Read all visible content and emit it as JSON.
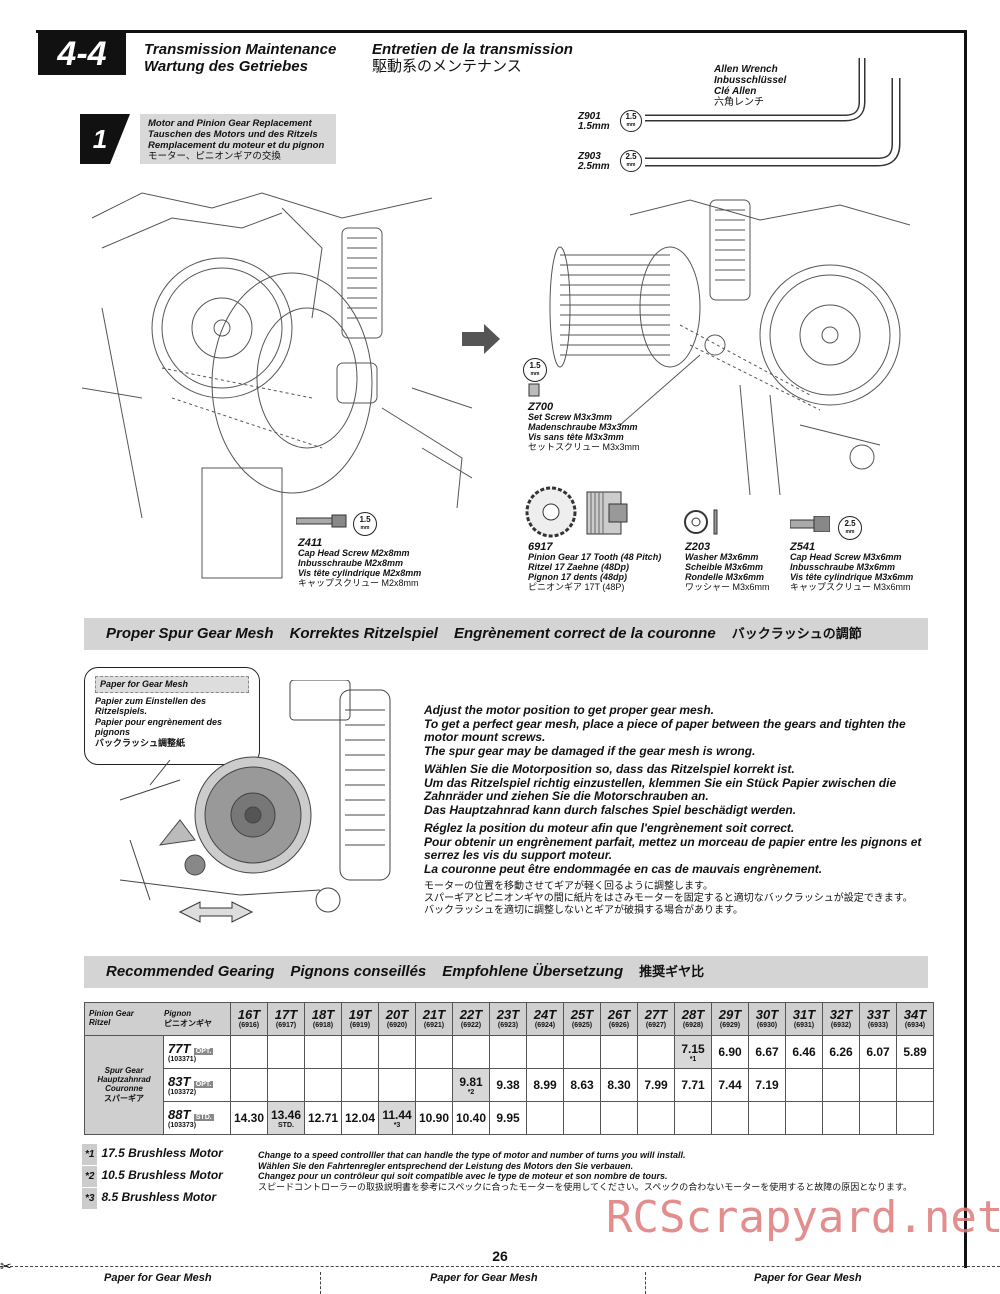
{
  "header": {
    "section": "4-4",
    "title_en": "Transmission Maintenance",
    "title_de": "Wartung des Getriebes",
    "title_fr": "Entretien de la transmission",
    "title_jp": "駆動系のメンテナンス"
  },
  "allen": {
    "title": [
      "Allen Wrench",
      "Inbusschlüssel",
      "Clé Allen",
      "六角レンチ"
    ],
    "z901_code": "Z901",
    "z901_size": "1.5mm",
    "z901_badge": "1.5",
    "z903_code": "Z903",
    "z903_size": "2.5mm",
    "z903_badge": "2.5",
    "badge_unit": "mm"
  },
  "step1": {
    "number": "1",
    "lines": [
      "Motor and Pinion Gear Replacement",
      "Tauschen des Motors und des Ritzels",
      "Remplacement du moteur et du pignon",
      "モーター、ピニオンギアの交換"
    ]
  },
  "parts": {
    "z411": {
      "code": "Z411",
      "lines": [
        "Cap Head Screw M2x8mm",
        "Inbusschraube M2x8mm",
        "Vis tête cylindrique M2x8mm"
      ],
      "jp": "キャップスクリュー M2x8mm",
      "badge": "1.5"
    },
    "z700": {
      "code": "Z700",
      "lines": [
        "Set Screw M3x3mm",
        "Madenschraube M3x3mm",
        "Vis sans tête M3x3mm"
      ],
      "jp": "セットスクリュー M3x3mm",
      "badge": "1.5"
    },
    "p6917": {
      "code": "6917",
      "lines": [
        "Pinion Gear 17 Tooth (48 Pitch)",
        "Ritzel 17 Zaehne (48Dp)",
        "Pignon 17 dents (48dp)"
      ],
      "jp": "ピニオンギア 17T (48P)"
    },
    "z203": {
      "code": "Z203",
      "lines": [
        "Washer M3x6mm",
        "Scheible M3x6mm",
        "Rondelle M3x6mm"
      ],
      "jp": "ワッシャー M3x6mm"
    },
    "z541": {
      "code": "Z541",
      "lines": [
        "Cap Head Screw M3x6mm",
        "Inbusschraube M3x6mm",
        "Vis tête cylindrique M3x6mm"
      ],
      "jp": "キャップスクリュー M3x6mm",
      "badge": "2.5"
    }
  },
  "mesh": {
    "bar": [
      "Proper Spur Gear Mesh",
      "Korrektes Ritzelspiel",
      "Engrènement correct de la couronne",
      "バックラッシュの調節"
    ],
    "paper_title": "Paper for Gear Mesh",
    "paper_lines": [
      "Papier zum Einstellen des Ritzelspiels.",
      "Papier pour engrènement des pignons",
      "バックラッシュ調整紙"
    ],
    "en": [
      "Adjust the motor position to get proper gear mesh.",
      "To get a perfect gear mesh, place a piece of paper between the gears and tighten the motor mount screws.",
      "The spur gear may be damaged if the gear mesh is wrong."
    ],
    "de": [
      "Wählen Sie die Motorposition so, dass das Ritzelspiel korrekt ist.",
      "Um das Ritzelspiel richtig einzustellen, klemmen Sie ein Stück Papier zwischen die Zahnräder und ziehen Sie die Motorschrauben an.",
      "Das Hauptzahnrad kann durch falsches Spiel beschädigt werden."
    ],
    "fr": [
      "Réglez la position du moteur afin que l'engrènement soit correct.",
      "Pour obtenir un engrènement parfait, mettez un morceau de papier entre les pignons et serrez les vis du support moteur.",
      "La couronne peut être endommagée en cas de mauvais engrènement."
    ],
    "jp": [
      "モーターの位置を移動させてギアが軽く回るように調整します。",
      "スパーギアとピニオンギヤの間に紙片をはさみモーターを固定すると適切なバックラッシュが設定できます。",
      "バックラッシュを適切に調整しないとギアが破損する場合があります。"
    ]
  },
  "gearing": {
    "bar": [
      "Recommended Gearing",
      "Pignons conseillés",
      "Empfohlene Übersetzung",
      "推奨ギヤ比"
    ],
    "corner_left": [
      "Pinion Gear",
      "Ritzel"
    ],
    "corner_right": [
      "Pignon",
      "ピニオンギヤ"
    ],
    "spur_label": [
      "Spur Gear",
      "Hauptzahnrad",
      "Couronne",
      "スパーギア"
    ],
    "pinions": [
      {
        "t": "16T",
        "id": "(6916)"
      },
      {
        "t": "17T",
        "id": "(6917)"
      },
      {
        "t": "18T",
        "id": "(6918)"
      },
      {
        "t": "19T",
        "id": "(6919)"
      },
      {
        "t": "20T",
        "id": "(6920)"
      },
      {
        "t": "21T",
        "id": "(6921)"
      },
      {
        "t": "22T",
        "id": "(6922)"
      },
      {
        "t": "23T",
        "id": "(6923)"
      },
      {
        "t": "24T",
        "id": "(6924)"
      },
      {
        "t": "25T",
        "id": "(6925)"
      },
      {
        "t": "26T",
        "id": "(6926)"
      },
      {
        "t": "27T",
        "id": "(6927)"
      },
      {
        "t": "28T",
        "id": "(6928)"
      },
      {
        "t": "29T",
        "id": "(6929)"
      },
      {
        "t": "30T",
        "id": "(6930)"
      },
      {
        "t": "31T",
        "id": "(6931)"
      },
      {
        "t": "32T",
        "id": "(6932)"
      },
      {
        "t": "33T",
        "id": "(6933)"
      },
      {
        "t": "34T",
        "id": "(6934)"
      }
    ],
    "rows": [
      {
        "spur": "77T",
        "tag": "OPT.",
        "id": "(103371)",
        "cells": [
          "",
          "",
          "",
          "",
          "",
          "",
          "",
          "",
          "",
          "",
          "",
          "",
          "7.15|*1",
          "6.90",
          "6.67",
          "6.46",
          "6.26",
          "6.07",
          "5.89"
        ]
      },
      {
        "spur": "83T",
        "tag": "OPT.",
        "id": "(103372)",
        "cells": [
          "",
          "",
          "",
          "",
          "",
          "",
          "9.81|*2",
          "9.38",
          "8.99",
          "8.63",
          "8.30",
          "7.99",
          "7.71",
          "7.44",
          "7.19",
          "",
          "",
          "",
          ""
        ]
      },
      {
        "spur": "88T",
        "tag": "STD.",
        "id": "(103373)",
        "cells": [
          "14.30",
          "13.46|STD.",
          "12.71",
          "12.04",
          "11.44|*3",
          "10.90",
          "10.40",
          "9.95",
          "",
          "",
          "",
          "",
          "",
          "",
          "",
          "",
          "",
          "",
          ""
        ]
      }
    ],
    "notes": [
      {
        "mark": "*1",
        "text": "17.5 Brushless Motor"
      },
      {
        "mark": "*2",
        "text": "10.5 Brushless Motor"
      },
      {
        "mark": "*3",
        "text": "8.5 Brushless Motor"
      }
    ],
    "footnote": [
      "Change to a speed controlller that can handle the type of motor and number of turns you will install.",
      "Wählen Sie den Fahrtenregler entsprechend der Leistung des Motors den Sie verbauen.",
      "Changez pour un contrôleur qui soit compatible avec le type de moteur et son nombre de tours."
    ],
    "footnote_jp": "スピードコントローラーの取扱説明書を参考にスペックに合ったモーターを使用してください。スペックの合わないモーターを使用すると故障の原因となります。"
  },
  "page_number": "26",
  "footer": [
    "Paper for Gear Mesh",
    "Paper for Gear Mesh",
    "Paper for Gear Mesh"
  ],
  "watermark": "RCScrapyard.net"
}
